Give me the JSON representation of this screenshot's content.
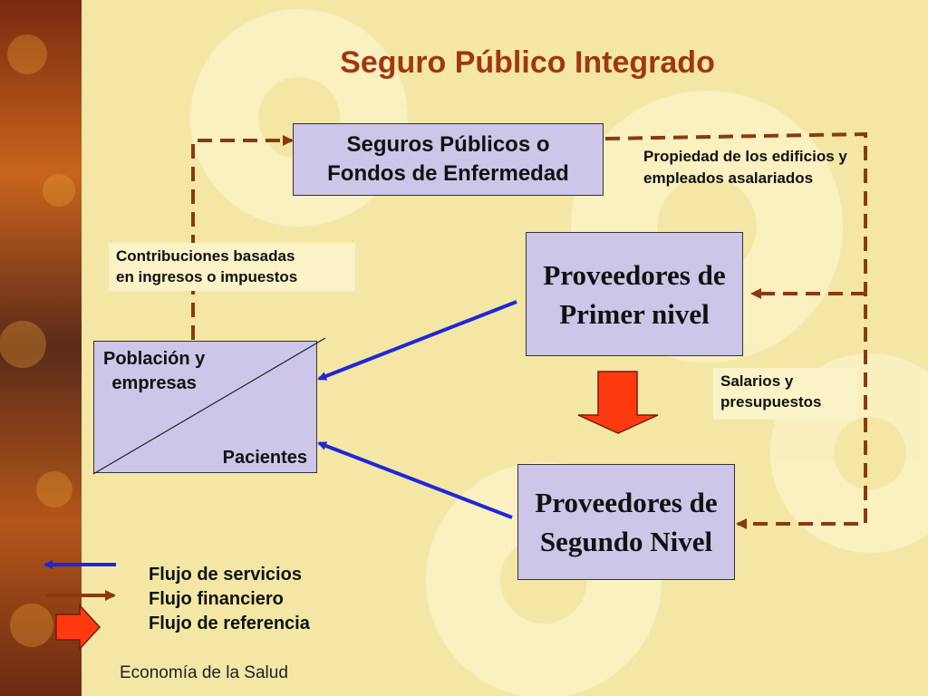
{
  "slide": {
    "title": "Seguro Público Integrado",
    "footer": "Economía de la Salud"
  },
  "nodes": {
    "insurance": {
      "line1": "Seguros Públicos o",
      "line2": "Fondos de Enfermedad"
    },
    "primary": {
      "line1": "Proveedores de",
      "line2": "Primer nivel"
    },
    "secondary": {
      "line1": "Proveedores de",
      "line2": "Segundo Nivel"
    },
    "population": {
      "top": "Población y",
      "top2": "empresas",
      "bottom": "Pacientes"
    }
  },
  "edge_labels": {
    "contributions": {
      "line1": "Contribuciones basadas",
      "line2": "en ingresos o impuestos"
    },
    "ownership": {
      "line1": "Propiedad de los edificios y",
      "line2": "empleados asalariados"
    },
    "salaries": {
      "line1": "Salarios y",
      "line2": "presupuestos"
    }
  },
  "legend": {
    "services": "Flujo de servicios",
    "financial": "Flujo financiero",
    "referral": "Flujo de referencia"
  },
  "colors": {
    "title": "#a0380e",
    "box_fill": "#cdc6e8",
    "service_flow": "#1f27d6",
    "financial_flow": "#8a3a12",
    "referral_flow": "#ff3a10"
  }
}
